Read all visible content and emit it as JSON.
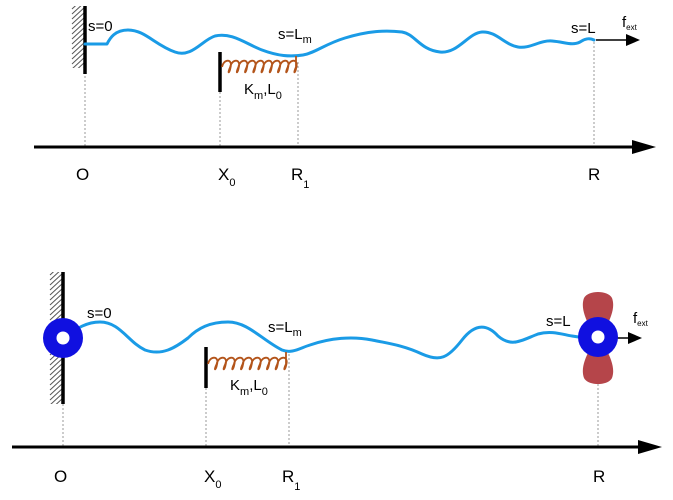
{
  "colors": {
    "filament": "#1a9be6",
    "spring": "#b3541a",
    "bead": "#1010e0",
    "trap": "#b5454a",
    "axis": "#000000",
    "wall": "#000000",
    "hatch": "#555555",
    "guide": "#999999"
  },
  "top_panel": {
    "s0": "s=0",
    "s_lm_main": "s=L",
    "s_lm_sub": "m",
    "s_l": "s=L",
    "force_main": "f",
    "force_sub": "ext",
    "spring_k_main": "K",
    "spring_k_sub": "m",
    "spring_l_main": ",L",
    "spring_l_sub": "0",
    "axis": {
      "O": "O",
      "X0_main": "X",
      "X0_sub": "0",
      "R1_main": "R",
      "R1_sub": "1",
      "R": "R"
    }
  },
  "bottom_panel": {
    "s0": "s=0",
    "s_lm_main": "s=L",
    "s_lm_sub": "m",
    "s_l": "s=L",
    "force_main": "f",
    "force_sub": "ext",
    "spring_k_main": "K",
    "spring_k_sub": "m",
    "spring_l_main": ",L",
    "spring_l_sub": "0",
    "axis": {
      "O": "O",
      "X0_main": "X",
      "X0_sub": "0",
      "R1_main": "R",
      "R1_sub": "1",
      "R": "R"
    }
  }
}
